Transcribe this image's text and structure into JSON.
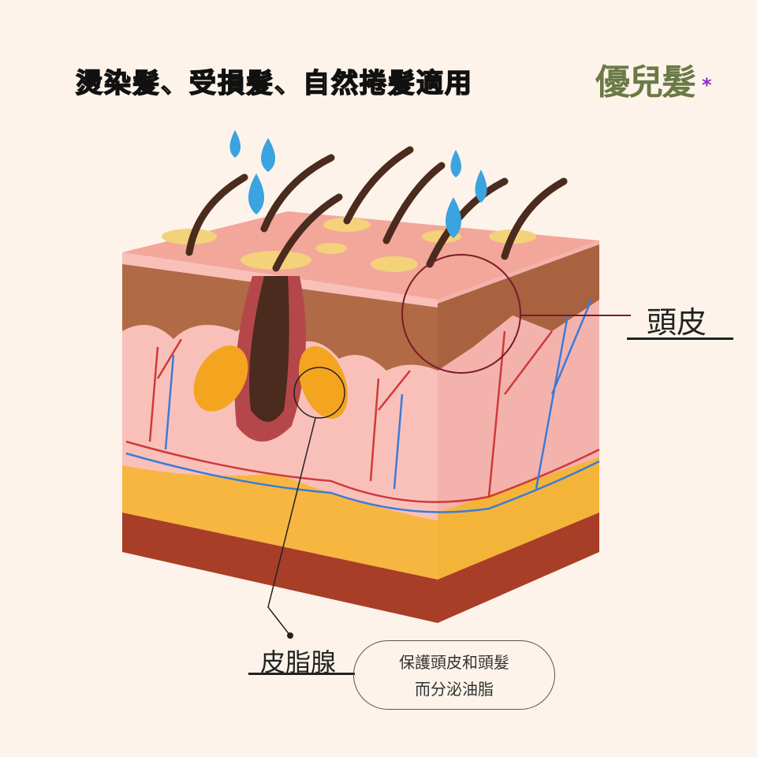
{
  "header": {
    "title": "燙染髮、受損髮、自然捲髮適用",
    "brand": "優兒髮",
    "brand_mark": "*"
  },
  "labels": {
    "scalp": "頭皮",
    "sebaceous_gland": "皮脂腺",
    "description_line1": "保護頭皮和頭髮",
    "description_line2": "而分泌油脂"
  },
  "colors": {
    "background": "#fdf3ea",
    "brand": "#6b7a45",
    "brand_mark": "#8a2ec9",
    "epidermis": "#a8623f",
    "dermis": "#f4b2ad",
    "fat": "#f4b43a",
    "muscle": "#a83e28",
    "water": "#3ba3e0",
    "hair": "#4a2b1e"
  }
}
